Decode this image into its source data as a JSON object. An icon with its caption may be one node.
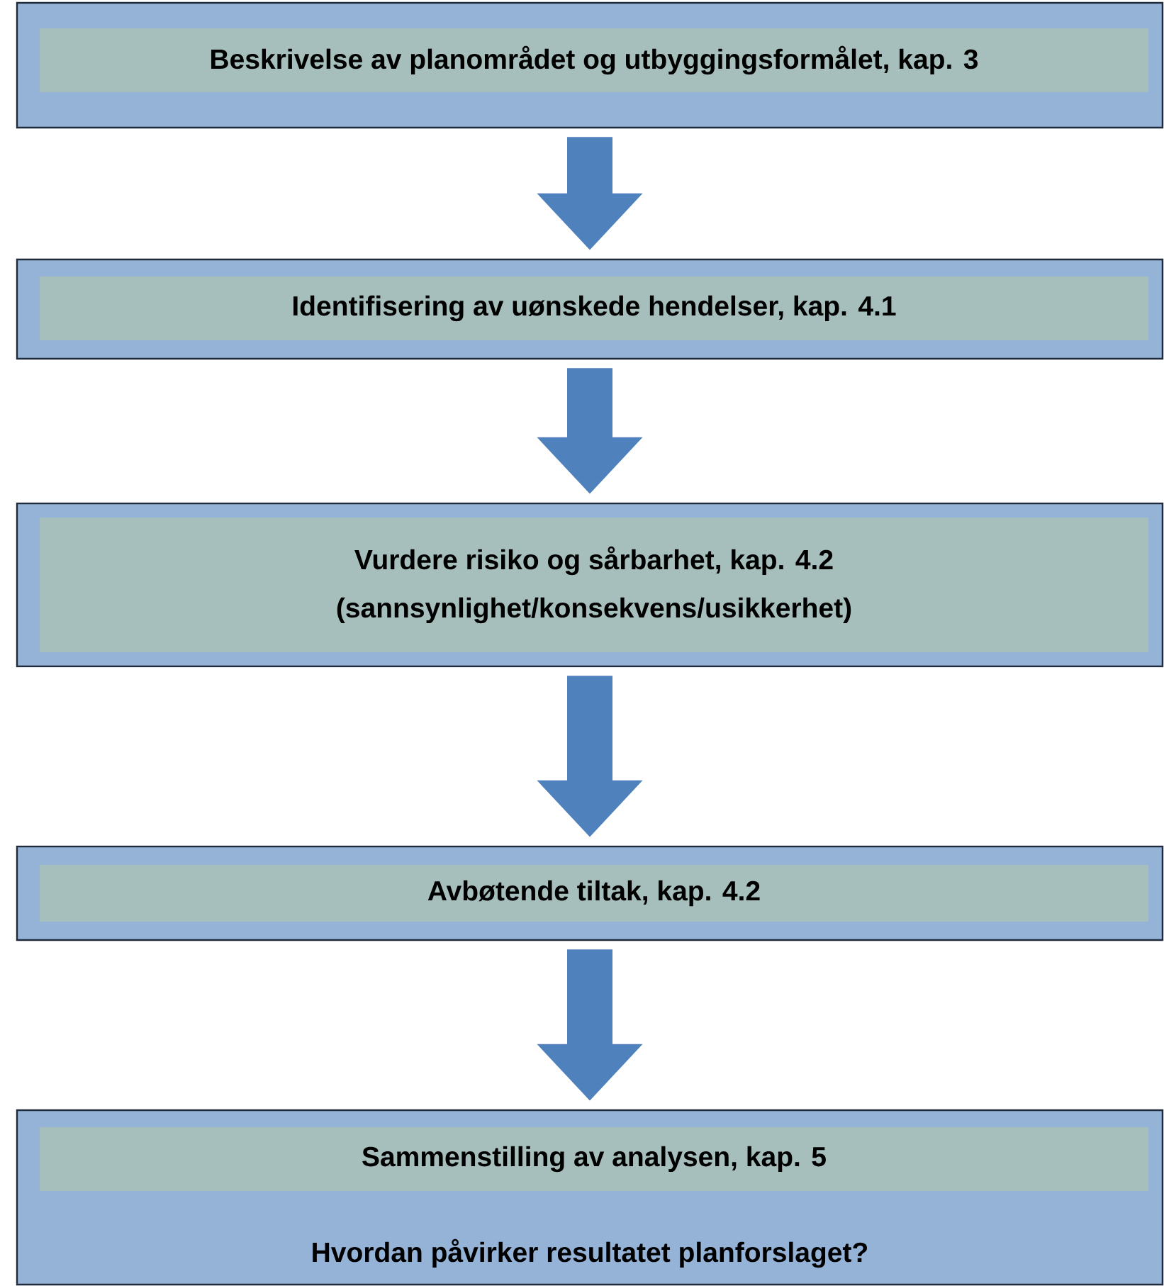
{
  "diagram": {
    "nodes": [
      {
        "text": [],
        "shape": "box"
      },
      {
        "text": [
          "Beskrivelse av planområdet og utbyggingsformålet, kap. 3"
        ],
        "in": 0
      },
      {
        "text": [],
        "shape": "box"
      },
      {
        "text": [
          "Identifisering av uønskede hendelser, kap. 4.1"
        ],
        "in": 2
      },
      {
        "text": [],
        "shape": "box"
      },
      {
        "text": [
          "Vurdere risiko og sårbarhet, kap. 4.2",
          "(sannsynlighet/konsekvens/usikkerhet)"
        ],
        "in": 4
      },
      {
        "text": [],
        "shape": "box"
      },
      {
        "text": [
          "Avbøtende tiltak, kap. 4.2"
        ],
        "in": 6
      },
      {
        "text": [
          "Hvordan påvirker resultatet planforslaget?"
        ]
      },
      {
        "text": [
          "Sammenstilling av analysen, kap. 5"
        ],
        "in": 8
      }
    ],
    "edges": [
      {
        "from": 0,
        "to": 2,
        "arrow": "to"
      },
      {
        "from": 2,
        "to": 4,
        "arrow": "to"
      },
      {
        "from": 4,
        "to": 6,
        "arrow": "to"
      },
      {
        "from": 6,
        "to": 8,
        "arrow": "to"
      }
    ]
  }
}
